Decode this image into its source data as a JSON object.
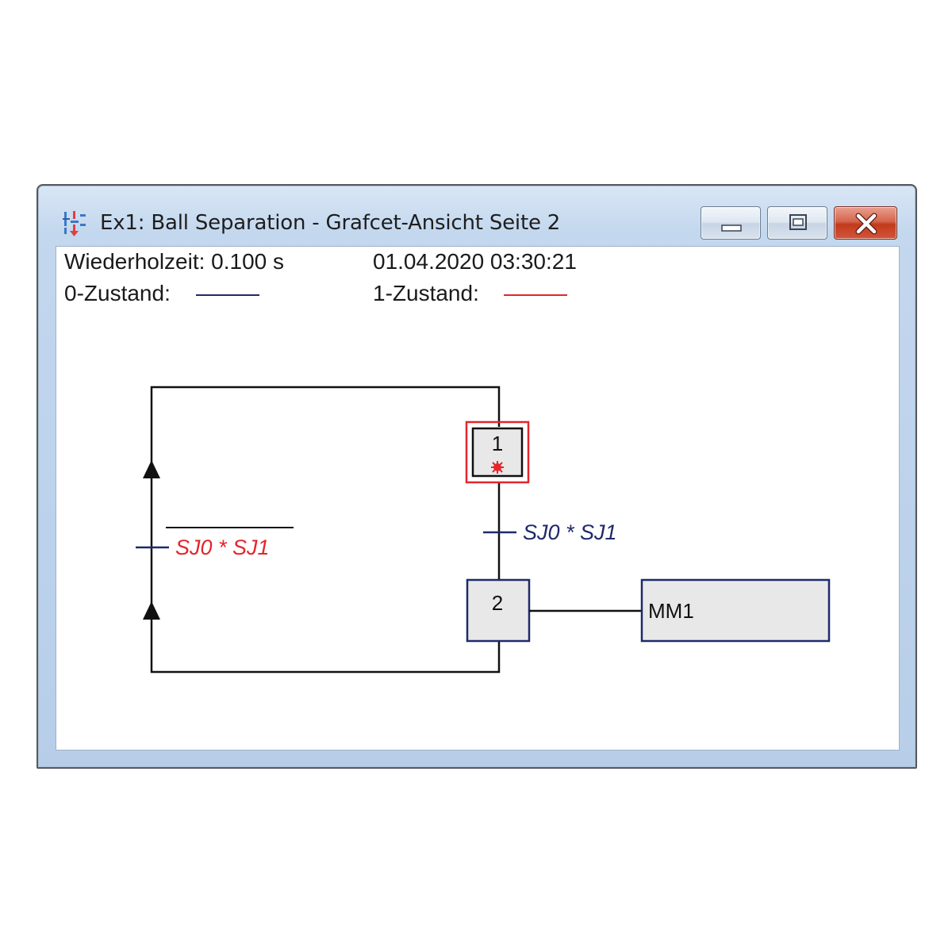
{
  "window": {
    "title": "Ex1: Ball Separation - Grafcet-Ansicht Seite 2",
    "icon": "grafcet-app-icon",
    "controls": [
      "minimize-icon",
      "maximize-icon",
      "close-icon"
    ]
  },
  "header": {
    "repeat_time": "Wiederholzeit: 0.100 s",
    "datetime": "01.04.2020 03:30:21",
    "state0_label": "0-Zustand:",
    "state1_label": "1-Zustand:"
  },
  "colors": {
    "state0": "#1f2a6b",
    "state1": "#e3262b",
    "line": "#111111",
    "step_fill": "#e8e8e8",
    "step_border": "#1f2a6b",
    "active_frame": "#e3262b"
  },
  "grafcet": {
    "steps": [
      {
        "number": "1",
        "active": true,
        "initial": true
      },
      {
        "number": "2",
        "active": false,
        "initial": false
      }
    ],
    "transitions": [
      {
        "condition": "SJ0 * SJ1",
        "state": 0
      },
      {
        "condition": "SJ0 * SJ1",
        "state": 1,
        "negated": true
      }
    ],
    "actions": [
      {
        "label": "MM1"
      }
    ]
  }
}
